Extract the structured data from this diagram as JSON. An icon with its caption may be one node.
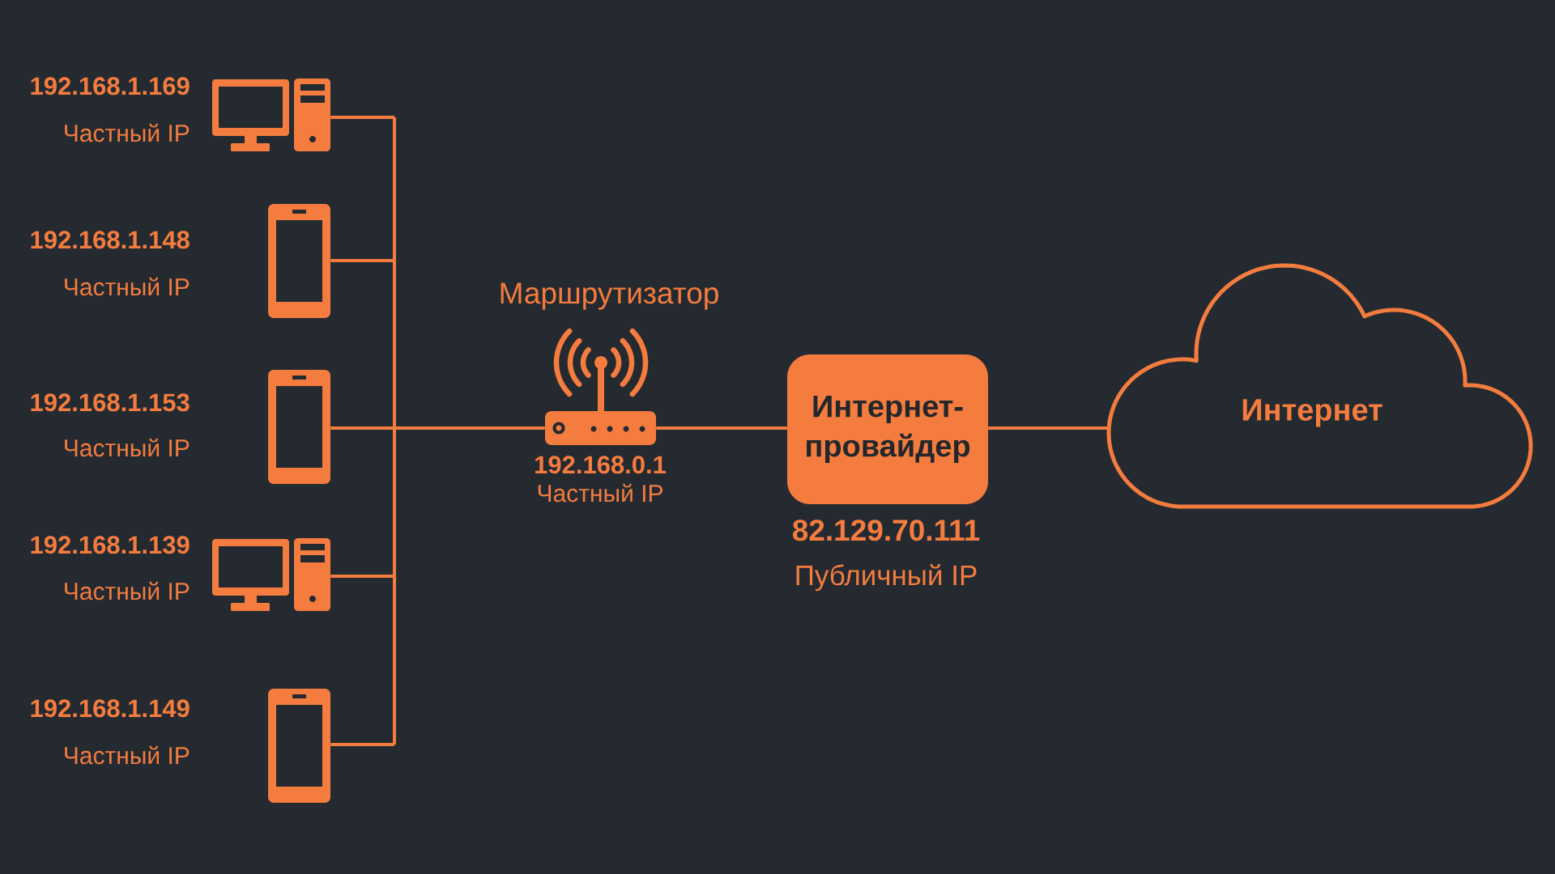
{
  "diagram": {
    "nodes": [
      {
        "text": [],
        "shape": "picture",
        "beside": [
          "192.168.1.169",
          "Частный IP"
        ]
      },
      {
        "text": [],
        "shape": "picture",
        "beside": [
          "192.168.1.148",
          "Частный IP"
        ]
      },
      {
        "text": [],
        "shape": "picture",
        "beside": [
          "192.168.1.153",
          "Частный IP"
        ]
      },
      {
        "text": [],
        "shape": "picture",
        "beside": [
          "192.168.1.139",
          "Частный IP"
        ]
      },
      {
        "text": [],
        "shape": "picture",
        "beside": [
          "192.168.1.149",
          "Частный IP"
        ]
      },
      {
        "text": [],
        "shape": "picture",
        "beside": [
          "Маршрутизатор",
          "192.168.0.1",
          "Частный IP"
        ]
      },
      {
        "text": [
          "Интернет- провайдер"
        ],
        "beside": [
          "82.129.70.111",
          "Публичный IP"
        ]
      },
      {
        "text": [
          "Интернет"
        ]
      }
    ],
    "edges": [
      {
        "from": 0,
        "to": 5,
        "arrow": "none"
      },
      {
        "from": 1,
        "to": 5,
        "arrow": "none"
      },
      {
        "from": 2,
        "to": 5,
        "arrow": "none"
      },
      {
        "from": 3,
        "to": 5,
        "arrow": "none"
      },
      {
        "from": 4,
        "to": 5,
        "arrow": "none"
      },
      {
        "from": 5,
        "to": 6,
        "arrow": "none"
      },
      {
        "from": 6,
        "to": 7,
        "arrow": "none"
      }
    ]
  }
}
